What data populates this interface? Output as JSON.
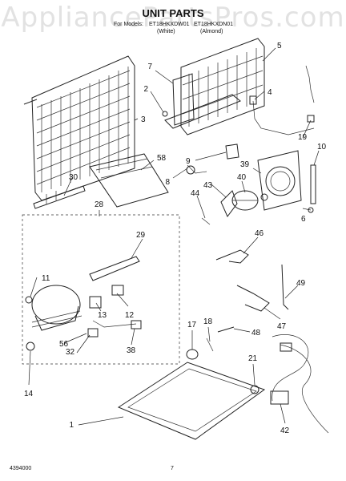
{
  "watermark": "AppliancePartsPros.com",
  "title": "UNIT PARTS",
  "subtitle": {
    "prefix": "For Models:",
    "model_a": "ET18HKXDW01",
    "model_b": "ET18HKXDN01",
    "color_a": "(White)",
    "color_b": "(Almond)"
  },
  "footer": {
    "doc_number": "4394000",
    "page_number": "7"
  },
  "callouts": [
    "1",
    "2",
    "3",
    "4",
    "5",
    "6",
    "7",
    "8",
    "9",
    "10",
    "11",
    "12",
    "13",
    "14",
    "17",
    "18",
    "19",
    "21",
    "28",
    "29",
    "30",
    "32",
    "38",
    "39",
    "40",
    "42",
    "43",
    "44",
    "46",
    "47",
    "48",
    "49",
    "56",
    "58"
  ]
}
